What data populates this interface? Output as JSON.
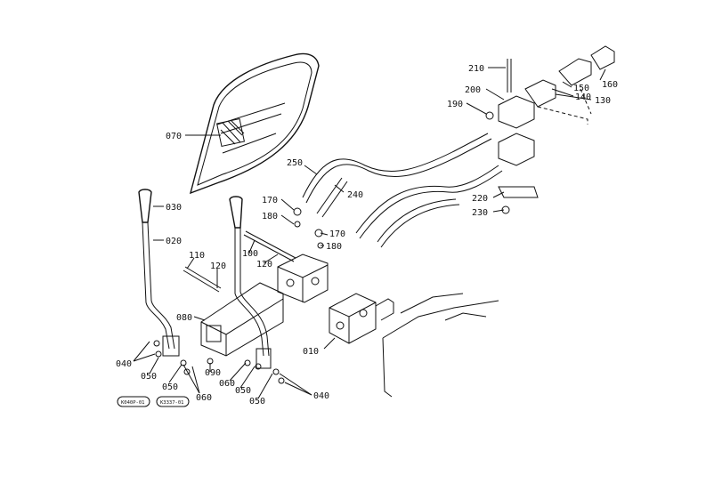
{
  "callouts": {
    "c010": "010",
    "c020": "020",
    "c030": "030",
    "c040a": "040",
    "c040b": "040",
    "c050a": "050",
    "c050b": "050",
    "c050c": "050",
    "c060a": "060",
    "c060b": "060",
    "c070": "070",
    "c080": "080",
    "c090": "090",
    "c100": "100",
    "c110": "110",
    "c120a": "120",
    "c120b": "120",
    "c130": "130",
    "c140": "140",
    "c150": "150",
    "c160": "160",
    "c170a": "170",
    "c170b": "170",
    "c180a": "180",
    "c180b": "180",
    "c190": "190",
    "c200": "200",
    "c210": "210",
    "c220": "220",
    "c230": "230",
    "c240": "240",
    "c250": "250"
  },
  "tags": {
    "tag1": "K040P-01",
    "tag2": "K3337-01"
  }
}
